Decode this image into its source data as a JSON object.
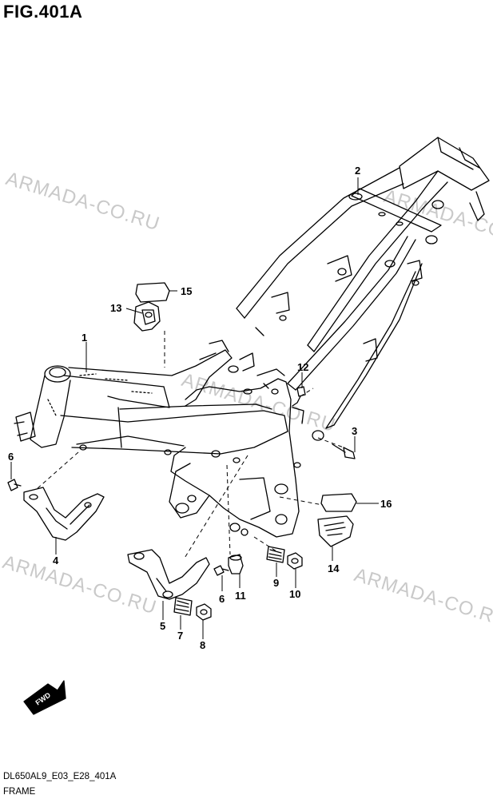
{
  "figure": {
    "title": "FIG.401A",
    "code": "DL650AL9_E03_E28_401A",
    "caption": "FRAME"
  },
  "watermark": "ARMADA-CO.RU",
  "fwd_label": "FWD",
  "callouts": {
    "c1": "1",
    "c2": "2",
    "c3": "3",
    "c4": "4",
    "c5": "5",
    "c6a": "6",
    "c6b": "6",
    "c7": "7",
    "c8": "8",
    "c9": "9",
    "c10": "10",
    "c11": "11",
    "c12": "12",
    "c13": "13",
    "c14": "14",
    "c15": "15",
    "c16": "16"
  }
}
